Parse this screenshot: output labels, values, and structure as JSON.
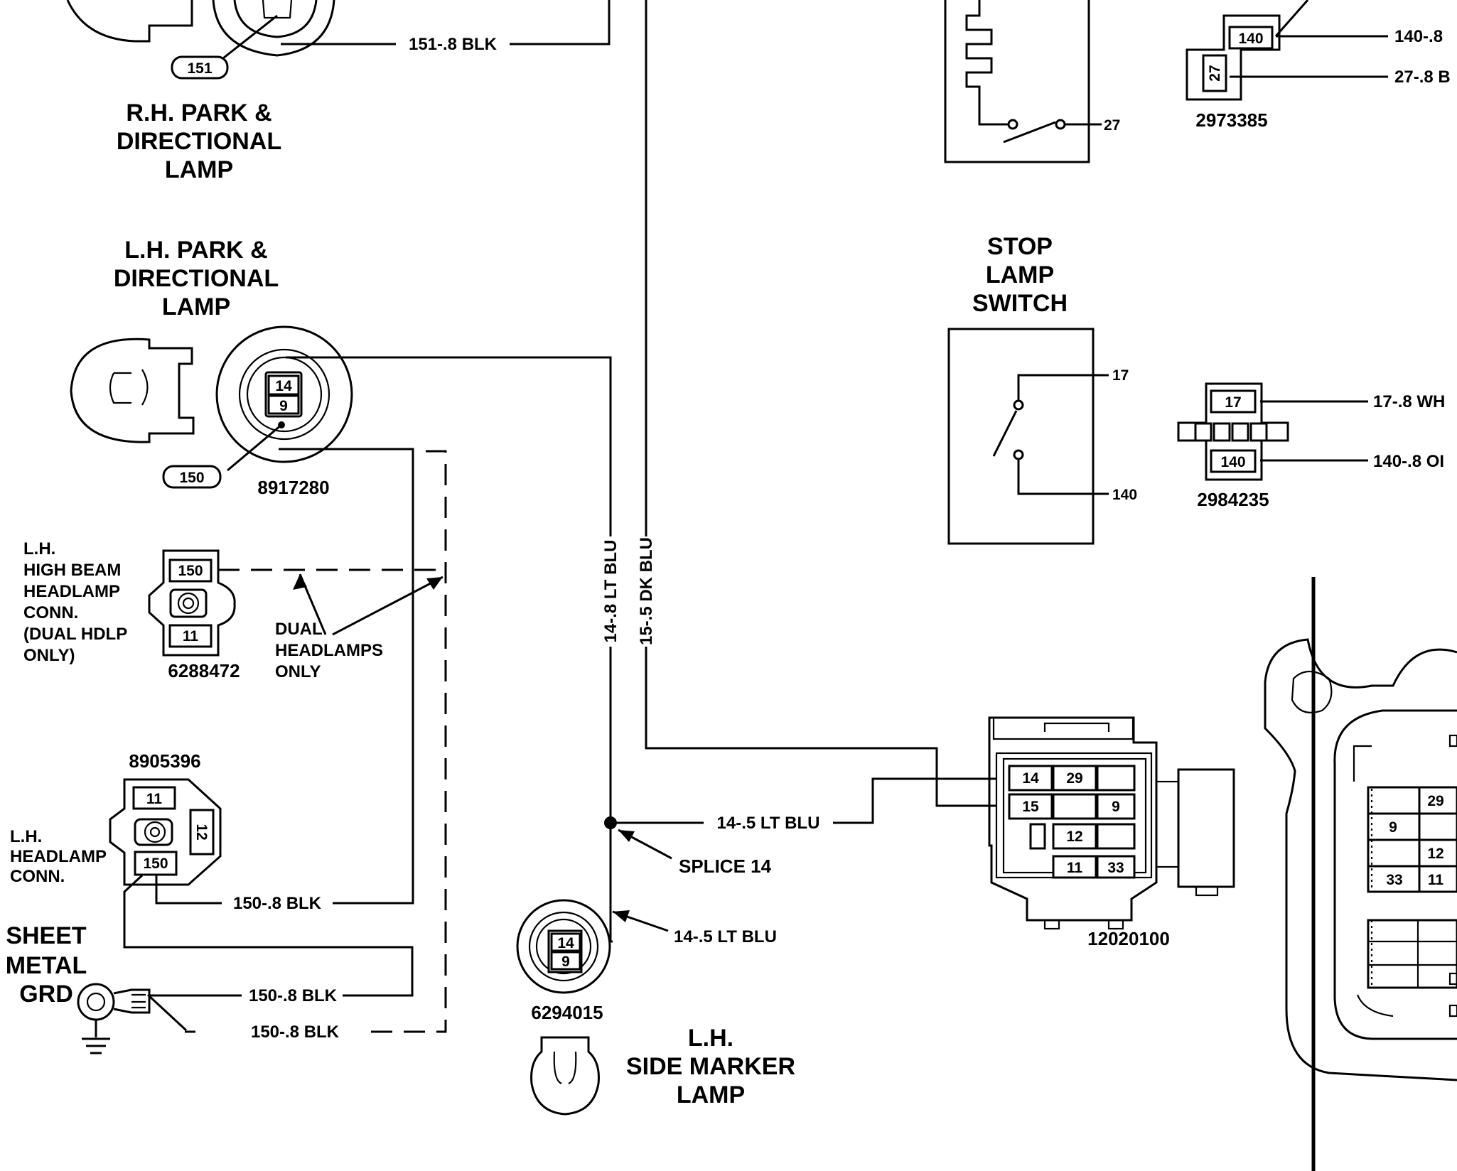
{
  "components": {
    "rh_park_lamp": {
      "lines": [
        "R.H. PARK &",
        "DIRECTIONAL",
        "LAMP"
      ],
      "pin": "151"
    },
    "lh_park_lamp": {
      "lines": [
        "L.H. PARK &",
        "DIRECTIONAL",
        "LAMP"
      ],
      "pins": [
        "14",
        "9"
      ],
      "tag": "150",
      "part_number": "8917280"
    },
    "high_beam_conn": {
      "lines": [
        "L.H.",
        "HIGH BEAM",
        "HEADLAMP",
        "CONN.",
        "(DUAL HDLP",
        "ONLY)"
      ],
      "pins": [
        "150",
        "11"
      ],
      "part_number": "6288472"
    },
    "dual_note": {
      "lines": [
        "DUAL",
        "HEADLAMPS",
        "ONLY"
      ]
    },
    "headlamp_conn": {
      "lines": [
        "L.H.",
        "HEADLAMP",
        "CONN."
      ],
      "pins": [
        "11",
        "12",
        "150"
      ],
      "part_number": "8905396"
    },
    "ground": {
      "lines": [
        "SHEET",
        "METAL",
        "GRD"
      ]
    },
    "side_marker": {
      "lines": [
        "L.H.",
        "SIDE MARKER",
        "LAMP"
      ],
      "pins": [
        "14",
        "9"
      ],
      "part_number": "6294015"
    },
    "splice": {
      "label": "SPLICE 14"
    },
    "stop_switch": {
      "lines": [
        "STOP",
        "LAMP",
        "SWITCH"
      ],
      "pins": [
        "17",
        "140"
      ]
    },
    "stop_connector": {
      "pins": [
        "17",
        "140"
      ],
      "part_number": "2984235"
    },
    "top_relay": {
      "pin": "27"
    },
    "top_connector": {
      "pins": [
        "140",
        "27"
      ],
      "part_number": "2973385"
    },
    "bulkhead": {
      "pins": [
        "14",
        "29",
        "15",
        "9",
        "12",
        "11",
        "33"
      ],
      "part_number": "12020100"
    },
    "fuse_panel": {
      "pins": [
        "29",
        "9",
        "12",
        "33",
        "11"
      ]
    }
  },
  "wires": {
    "w151": "151-.8 BLK",
    "w140_top": "140-.8",
    "w27": "27-.8 B",
    "w17": "17-.8 WH",
    "w140_right": "140-.8 OI",
    "w14_vert": "14-.8 LT BLU",
    "w15_vert": "15-.5 DK BLU",
    "w14_to_bulk": "14-.5 LT BLU",
    "w14_to_marker": "14-.5 LT BLU",
    "w150_a": "150-.8 BLK",
    "w150_b": "150-.8 BLK",
    "w150_c": "150-.8 BLK"
  }
}
